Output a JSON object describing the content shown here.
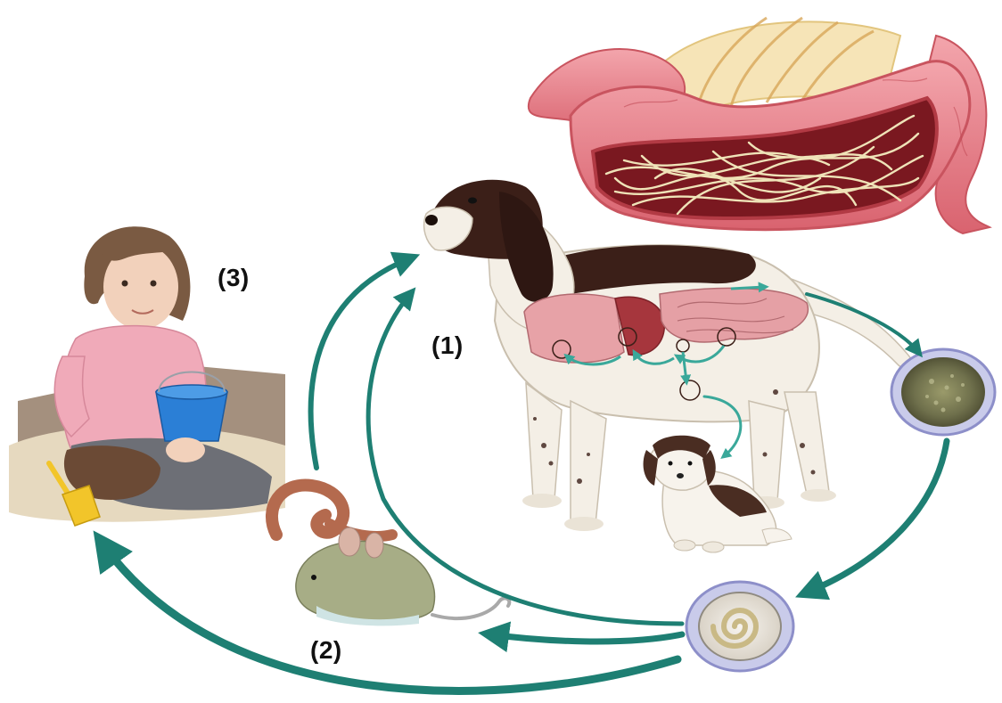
{
  "labels": {
    "host": "(1)",
    "paratenic": "(2)",
    "human": "(3)"
  },
  "colors": {
    "arrow": "#1e7f73",
    "intestine": "#e8848c",
    "worm": "#efe3b8",
    "dog_brown": "#3b1f18",
    "dog_white": "#f4efe6",
    "shirt": "#f0aab9",
    "bucket": "#2b7fd6",
    "mouse": "#a7ad86",
    "earthworm": "#b46a4e",
    "egg_rim": "#8d8fc9"
  }
}
